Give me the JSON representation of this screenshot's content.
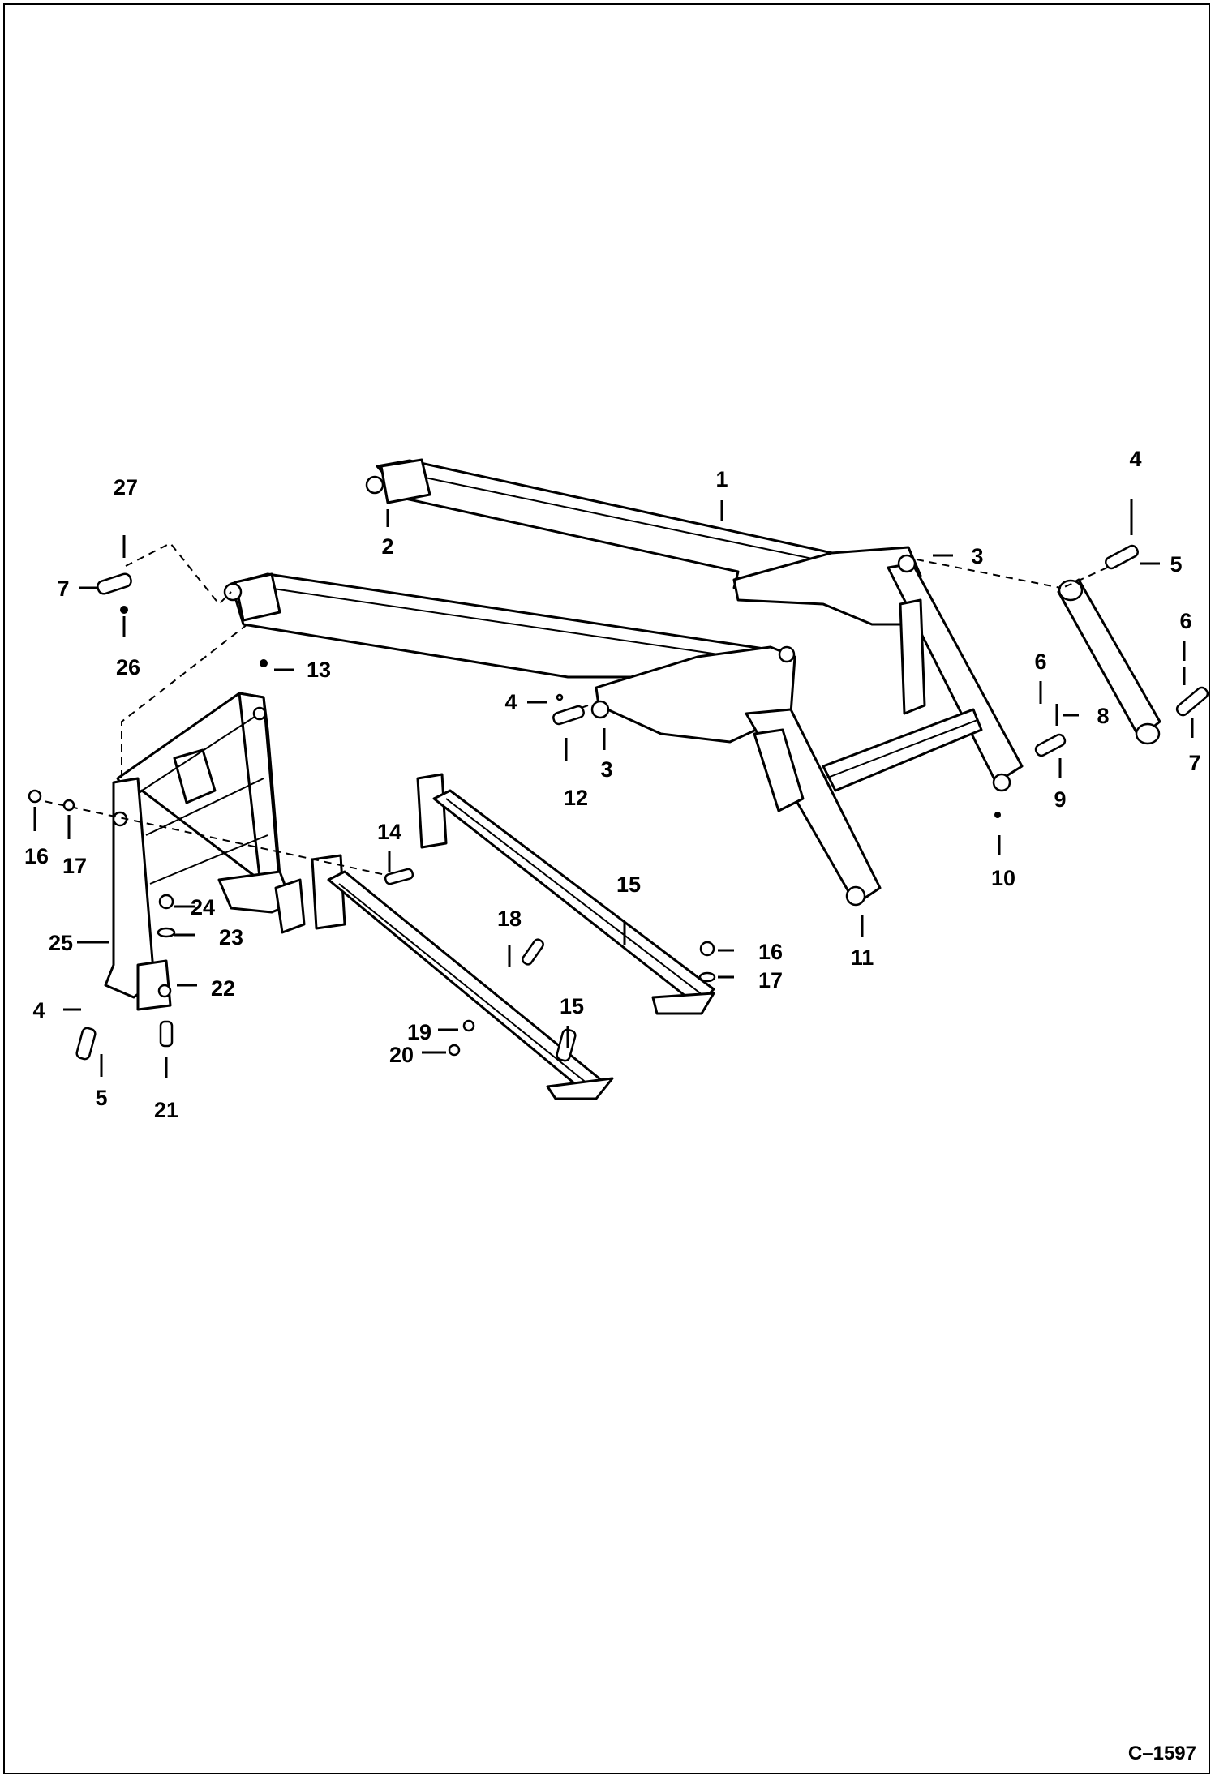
{
  "figure_id": "C–1597",
  "callouts": {
    "c1": "1",
    "c2": "2",
    "c3a": "3",
    "c3b": "3",
    "c4a": "4",
    "c4b": "4",
    "c4c": "4",
    "c5a": "5",
    "c5b": "5",
    "c6a": "6",
    "c6b": "6",
    "c7a": "7",
    "c7b": "7",
    "c8": "8",
    "c9": "9",
    "c10": "10",
    "c11": "11",
    "c12": "12",
    "c13": "13",
    "c14": "14",
    "c15a": "15",
    "c15b": "15",
    "c16a": "16",
    "c16b": "16",
    "c17a": "17",
    "c17b": "17",
    "c18": "18",
    "c19": "19",
    "c20": "20",
    "c21": "21",
    "c22": "22",
    "c23": "23",
    "c24": "24",
    "c25": "25",
    "c26": "26",
    "c27": "27"
  }
}
